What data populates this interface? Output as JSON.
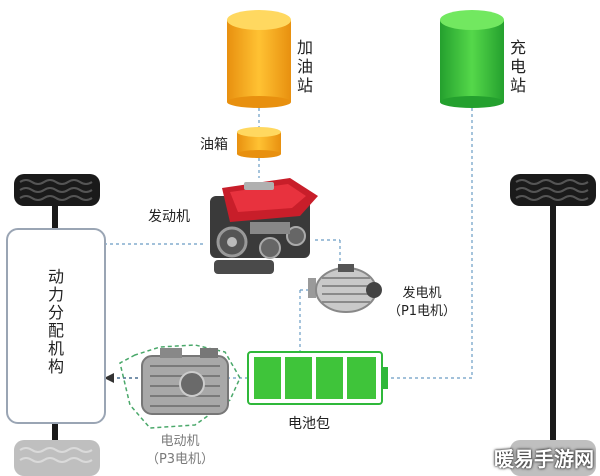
{
  "nodes": {
    "gas_station": "加油站",
    "charging_station": "充电站",
    "fuel_tank": "油箱",
    "engine": "发动机",
    "generator_line1": "发电机",
    "generator_line2": "（P1电机）",
    "power_split": "动力分配机构",
    "motor_line1": "电动机",
    "motor_line2": "（P3电机）",
    "battery": "电池包"
  },
  "watermark": "暖易手游网",
  "colors": {
    "fuel": "#f5a623",
    "fuel_light": "#ffc84a",
    "electric": "#2fb83a",
    "electric_light": "#5fe052",
    "dashed_line": "#6a9cc4",
    "green_dashed": "#4aa86a",
    "wheel": "#1a1a1a",
    "box_border": "#9aa5b4"
  }
}
